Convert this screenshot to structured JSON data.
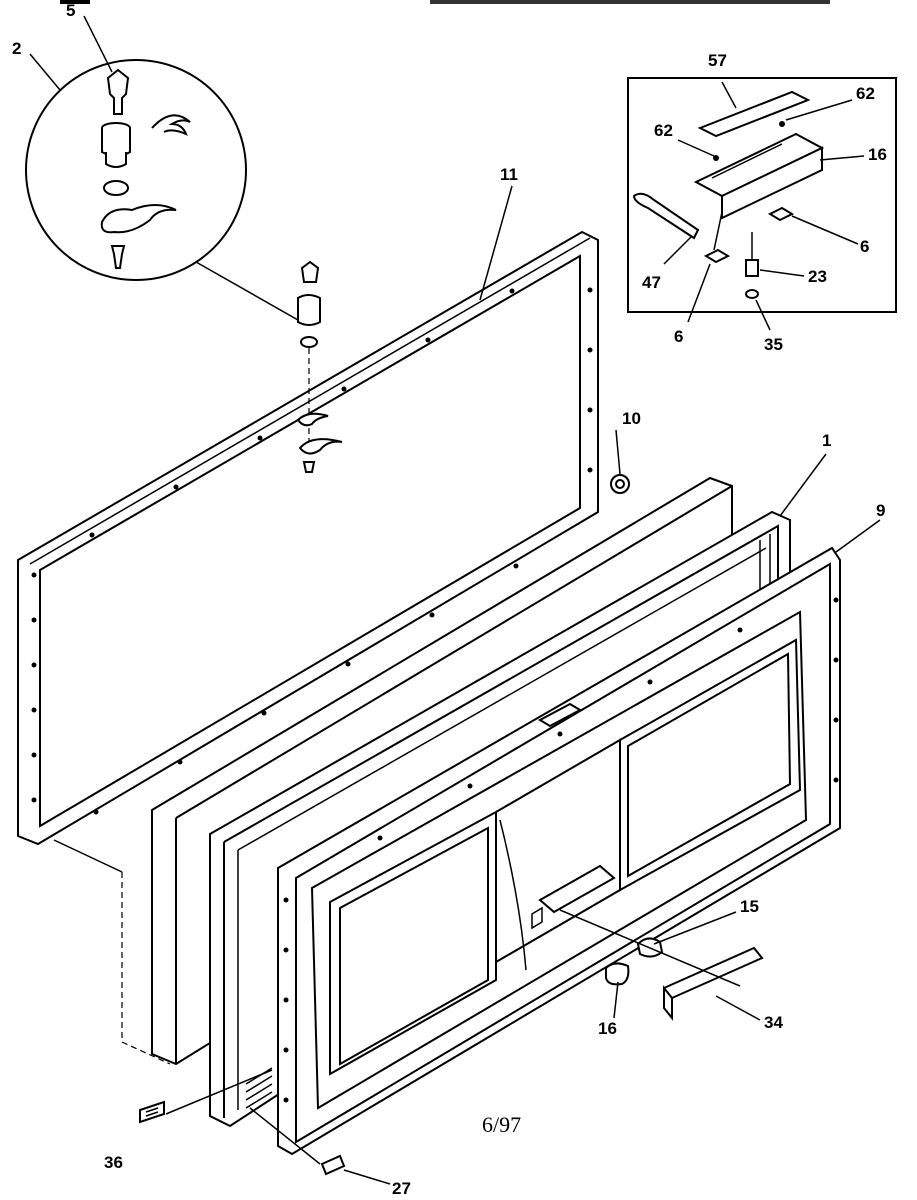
{
  "diagram": {
    "callouts": [
      "5",
      "2",
      "11",
      "57",
      "62",
      "62",
      "16",
      "6",
      "47",
      "23",
      "6",
      "35",
      "10",
      "1",
      "9",
      "15",
      "16",
      "34",
      "36",
      "27"
    ],
    "revision_date": "6/97"
  }
}
